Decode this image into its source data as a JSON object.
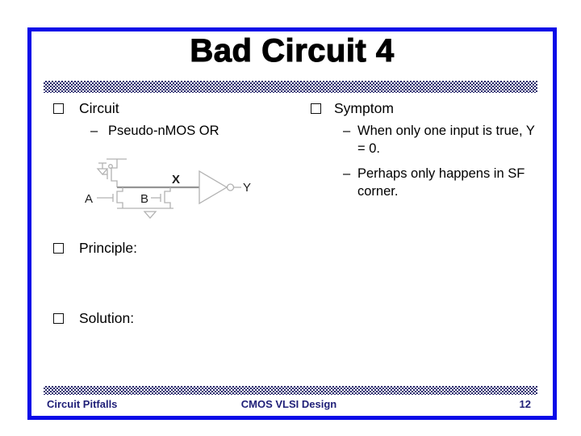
{
  "title": "Bad Circuit 4",
  "left_column": {
    "circuit_heading": "Circuit",
    "circuit_sub_dash": "–",
    "circuit_sub": "Pseudo-nMOS OR",
    "principle_heading": "Principle:",
    "solution_heading": "Solution:"
  },
  "right_column": {
    "symptom_heading": "Symptom",
    "sub1_dash": "–",
    "sub1": "When only one input is true, Y = 0.",
    "sub2_dash": "–",
    "sub2": "Perhaps only happens in SF corner."
  },
  "schematic_labels": {
    "input_a": "A",
    "input_b": "B",
    "node_x": "X",
    "output_y": "Y"
  },
  "footer": {
    "left": "Circuit Pitfalls",
    "center": "CMOS VLSI Design",
    "page": "12"
  },
  "colors": {
    "frame_border": "#0a0ae8",
    "hatch_navy": "#2a2a6e",
    "footer_text": "#1f1f78",
    "schematic_wire": "#b2b2b2",
    "title_text": "#000000"
  }
}
